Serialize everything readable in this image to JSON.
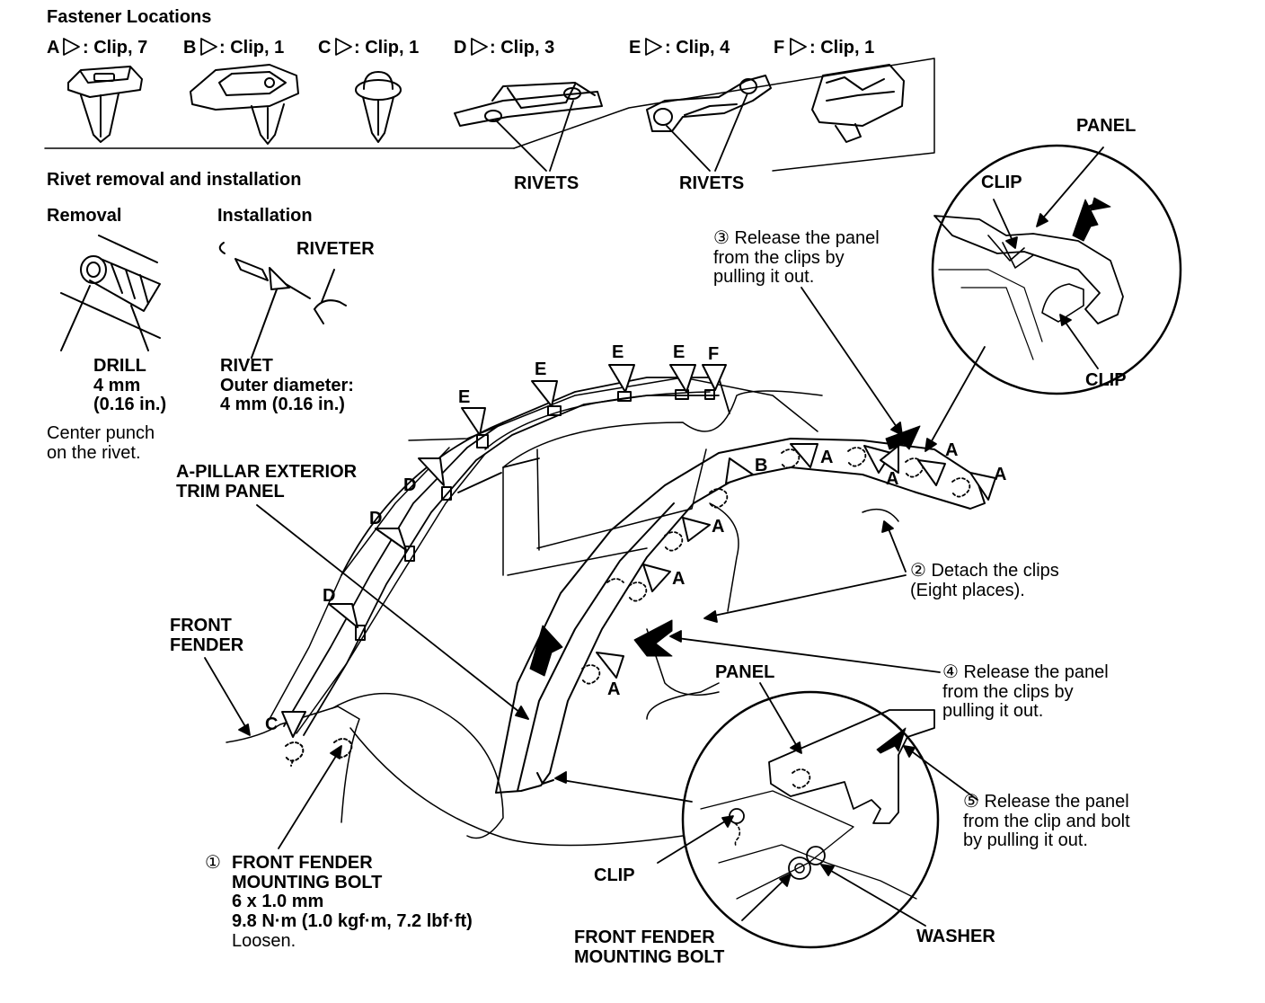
{
  "heading": "Fastener Locations",
  "fasteners": [
    {
      "key": "A",
      "text": ": Clip, 7"
    },
    {
      "key": "B",
      "text": ": Clip, 1"
    },
    {
      "key": "C",
      "text": ": Clip, 1"
    },
    {
      "key": "D",
      "text": ": Clip, 3"
    },
    {
      "key": "E",
      "text": ": Clip, 4"
    },
    {
      "key": "F",
      "text": ": Clip, 1"
    }
  ],
  "rivets_label": "RIVETS",
  "rivet_section": {
    "title": "Rivet removal and installation",
    "removal": "Removal",
    "installation": "Installation",
    "riveter": "RIVETER",
    "drill": "DRILL\n4 mm\n(0.16 in.)",
    "center_punch": "Center punch\non the rivet.",
    "rivet": "RIVET\nOuter diameter:\n4 mm (0.16 in.)"
  },
  "labels": {
    "a_pillar": "A-PILLAR EXTERIOR\nTRIM PANEL",
    "front_fender": "FRONT\nFENDER",
    "panel_top": "PANEL",
    "clip_top": "CLIP",
    "clip_right": "CLIP",
    "panel_bottom": "PANEL",
    "clip_bottom": "CLIP",
    "washer": "WASHER",
    "ffmb_bottom": "FRONT FENDER\nMOUNTING BOLT"
  },
  "steps": {
    "s1_num": "①",
    "s1_text": "FRONT FENDER\nMOUNTING BOLT\n6 x 1.0 mm\n9.8 N·m (1.0 kgf·m, 7.2 lbf·ft)",
    "s1_loosen": "Loosen.",
    "s2": "② Detach the clips\n(Eight places).",
    "s3": "③ Release the panel\nfrom the clips by\npulling it out.",
    "s4": "④ Release the panel\nfrom the clips by\npulling it out.",
    "s5": "⑤ Release the panel\nfrom the clip and bolt\nby pulling it out."
  },
  "markers": {
    "pillar_left": [
      "E",
      "E",
      "E",
      "E",
      "F",
      "D",
      "D",
      "D",
      "C"
    ],
    "panel": [
      "B",
      "A",
      "A",
      "A",
      "A",
      "A",
      "A",
      "A"
    ]
  }
}
